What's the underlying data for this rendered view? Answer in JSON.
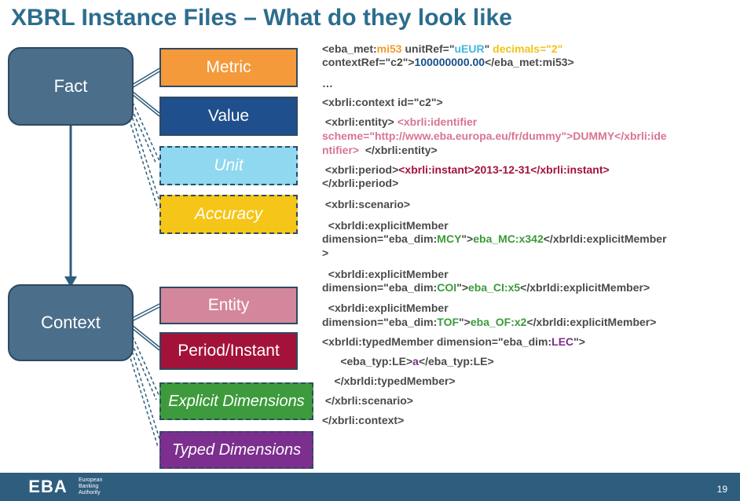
{
  "title": "XBRL Instance Files – What do they look like",
  "diagram": {
    "fact": "Fact",
    "context": "Context",
    "fact_attrs": [
      "Metric",
      "Value",
      "Unit",
      "Accuracy"
    ],
    "context_attrs": [
      "Entity",
      "Period/Instant",
      "Explicit Dimensions",
      "Typed Dimensions"
    ],
    "colors": {
      "metric": "#f59a3b",
      "value": "#1f4f8c",
      "unit": "#8fd8f0",
      "accuracy": "#f5c518",
      "entity": "#d4879c",
      "period": "#a31238",
      "explicit": "#3d9b3d",
      "typed": "#7c2f8e",
      "fact_box": "#4b6e8a"
    }
  },
  "code": {
    "l1a": "<eba_met:",
    "l1b": "mi53",
    "l1c": " unitRef=\"",
    "l1d": "uEUR",
    "l1e": "\" ",
    "l1f": "decimals=\"2\"",
    "l2a": "contextRef=\"c2\">",
    "l2b": "100000000.00",
    "l2c": "</eba_met:mi53>",
    "l3": "…",
    "l4": "<xbrli:context id=\"c2\">",
    "l5a": " <xbrli:entity>",
    "l5b": " <xbrli:identifier",
    "l6": "scheme=\"http://www.eba.europa.eu/fr/dummy\">DUMMY</xbrli:ide",
    "l7a": "ntifier>",
    "l7b": "  </xbrli:entity>",
    "l8a": " <xbrli:period>",
    "l8b": "<xbrli:instant>2013-12-31</xbrli:instant>",
    "l9": "</xbrli:period>",
    "l10": " <xbrli:scenario>",
    "l11": "  <xbrldi:explicitMember",
    "l12a": "dimension=\"eba_dim:",
    "l12b": "MCY",
    "l12c": "\">",
    "l12d": "eba_MC:x342",
    "l12e": "</xbrldi:explicitMember",
    "l13": ">",
    "l14": "  <xbrldi:explicitMember",
    "l15a": "dimension=\"eba_dim:",
    "l15b": "COI",
    "l15c": "\">",
    "l15d": "eba_CI:x5",
    "l15e": "</xbrldi:explicitMember>",
    "l16": "  <xbrldi:explicitMember",
    "l17a": "dimension=\"eba_dim:",
    "l17b": "TOF",
    "l17c": "\">",
    "l17d": "eba_OF:x2",
    "l17e": "</xbrldi:explicitMember>",
    "l18a": "<xbrldi:typedMember dimension=\"eba_dim:",
    "l18b": "LEC",
    "l18c": "\">",
    "l19a": "      <eba_typ:LE>",
    "l19b": "a",
    "l19c": "</eba_typ:LE>",
    "l20": "    </xbrldi:typedMember>",
    "l21": " </xbrli:scenario>",
    "l22": "</xbrli:context>"
  },
  "footer": {
    "logo": "EBA",
    "org_line1": "European",
    "org_line2": "Banking",
    "org_line3": "Authority",
    "page_number": "19"
  }
}
